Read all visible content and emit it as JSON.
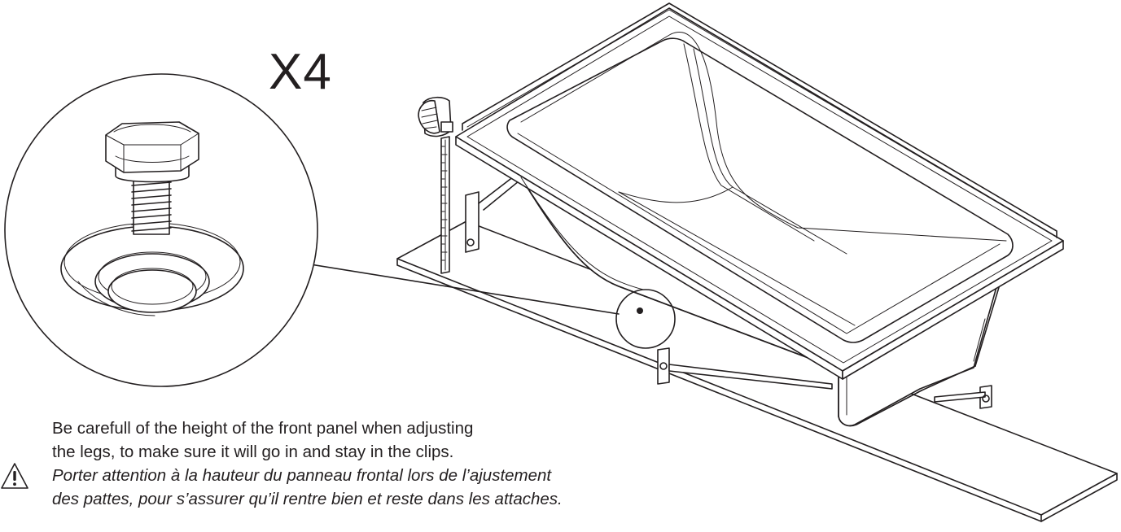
{
  "callout": {
    "quantity": "X4",
    "detail_icon": "adjustable-leg-foot-icon"
  },
  "warning": {
    "icon": "warning-triangle-icon",
    "en_line1": "Be carefull of the height of the front panel when adjusting",
    "en_line2": "the legs, to make sure it will go in and stay in the clips.",
    "fr_line1": "Porter attention à la hauteur du panneau frontal lors de l’ajustement",
    "fr_line2": "des pattes, pour s’assurer qu’il rentre bien et reste dans les attaches."
  },
  "illustration": {
    "main_icon": "bathtub-icon",
    "tool_icon": "tape-measure-icon",
    "base_icon": "floor-panel-icon"
  },
  "colors": {
    "ink": "#231f20",
    "background": "#ffffff"
  }
}
